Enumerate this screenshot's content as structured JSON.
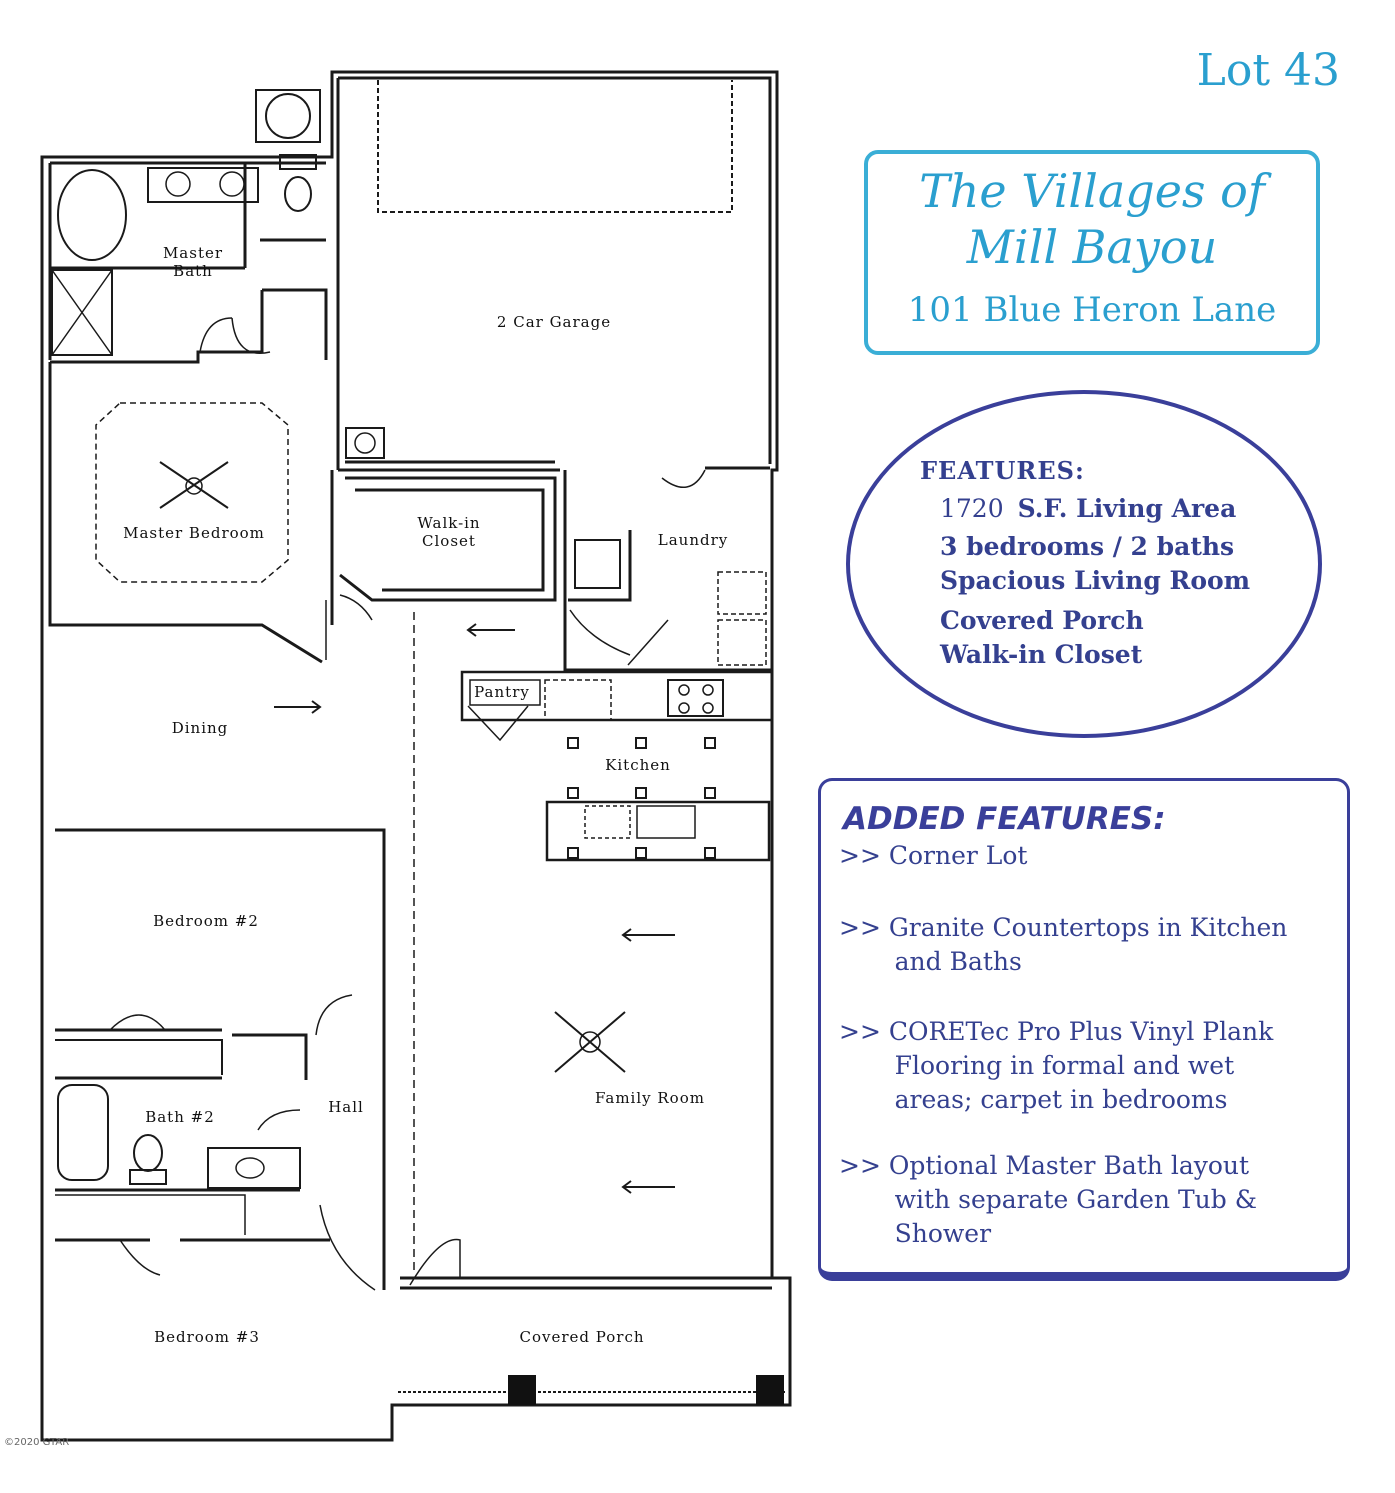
{
  "lot_label": "Lot 43",
  "title": {
    "line1": "The Villages of",
    "line2": "Mill Bayou",
    "address": "101 Blue Heron Lane"
  },
  "features": {
    "heading": "FEATURES:",
    "items": [
      {
        "number": "1720",
        "text": "S.F. Living Area"
      },
      {
        "number": "",
        "text": "3 bedrooms / 2 baths"
      },
      {
        "number": "",
        "text": "Spacious Living Room"
      },
      {
        "number": "",
        "text": "Covered Porch"
      },
      {
        "number": "",
        "text": "Walk-in Closet"
      }
    ]
  },
  "added_features": {
    "heading": "ADDED FEATURES:",
    "items": [
      ">> Corner Lot",
      ">> Granite Countertops in Kitchen\n       and Baths",
      ">> CORETec Pro Plus Vinyl Plank\n       Flooring in formal and wet\n       areas; carpet in bedrooms",
      ">> Optional Master Bath layout\n       with separate Garden Tub &\n       Shower"
    ]
  },
  "rooms": {
    "master_bath": [
      "Master",
      "Bath"
    ],
    "garage": "2 Car Garage",
    "master_bedroom": "Master  Bedroom",
    "walk_in_closet": [
      "Walk-in",
      "Closet"
    ],
    "laundry": "Laundry",
    "pantry": "Pantry",
    "dining": "Dining",
    "kitchen": "Kitchen",
    "bedroom2": "Bedroom  #2",
    "bath2": "Bath  #2",
    "hall": "Hall",
    "family_room": "Family  Room",
    "bedroom3": "Bedroom #3",
    "covered_porch": "Covered  Porch"
  },
  "copyright": "©2020 GTAR",
  "colors": {
    "title_blue": "#2a9fcf",
    "feature_navy": "#34408f",
    "wall": "#1a1a1a"
  }
}
